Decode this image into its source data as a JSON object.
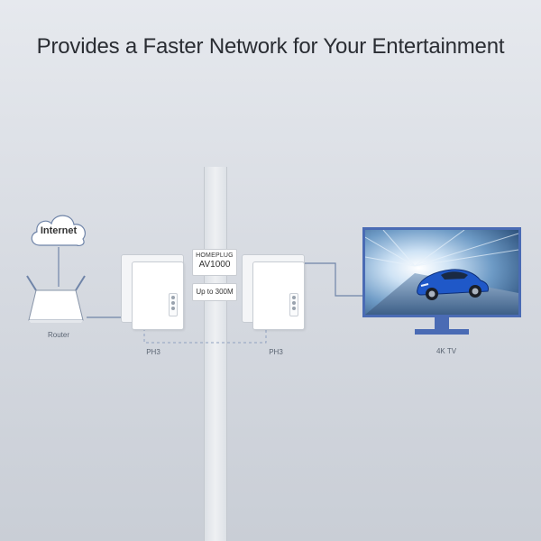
{
  "title": "Provides a Faster Network for Your Entertainment",
  "cloud": {
    "label": "Internet"
  },
  "router": {
    "label": "Router"
  },
  "adapters": [
    {
      "label": "PH3"
    },
    {
      "label": "PH3"
    }
  ],
  "spec_box": {
    "line1": "HOMEPLUG",
    "line2": "AV1000"
  },
  "speed_box": {
    "label": "Up to 300M"
  },
  "tv": {
    "label": "4K TV"
  },
  "colors": {
    "background": "#d9dde3",
    "tv_frame": "#4a6bb4",
    "cable": "#6f84a8",
    "text_dark": "#2a2d33"
  },
  "icons": [
    "cloud-icon",
    "router-icon",
    "powerline-adapter-icon",
    "tv-icon",
    "car-image"
  ]
}
